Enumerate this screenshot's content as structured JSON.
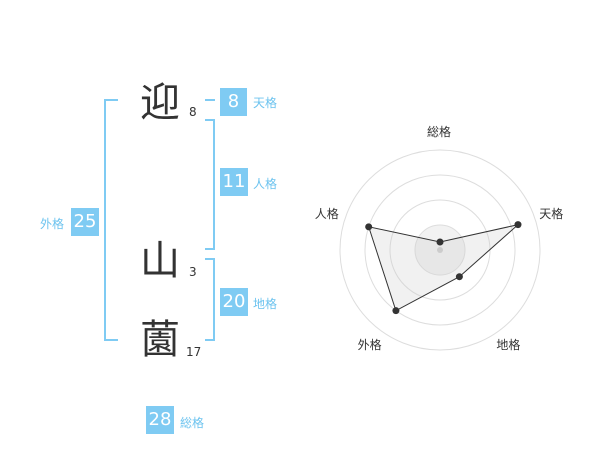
{
  "name_chars": [
    {
      "char": "迎",
      "strokes": "8"
    },
    {
      "char": "山",
      "strokes": "3"
    },
    {
      "char": "薗",
      "strokes": "17"
    }
  ],
  "kakusu": {
    "tenkaku": {
      "label": "天格",
      "value": "8"
    },
    "jinkaku": {
      "label": "人格",
      "value": "11"
    },
    "chikaku": {
      "label": "地格",
      "value": "20"
    },
    "gaikaku": {
      "label": "外格",
      "value": "25"
    },
    "soukaku": {
      "label": "総格",
      "value": "28"
    }
  },
  "accent_color": "#7fcbf3",
  "chart_data": {
    "type": "radar",
    "axes": [
      "総格",
      "天格",
      "地格",
      "外格",
      "人格"
    ],
    "values": [
      0.08,
      0.82,
      0.33,
      0.75,
      0.75
    ],
    "range": [
      0,
      1
    ],
    "rings": 4
  }
}
